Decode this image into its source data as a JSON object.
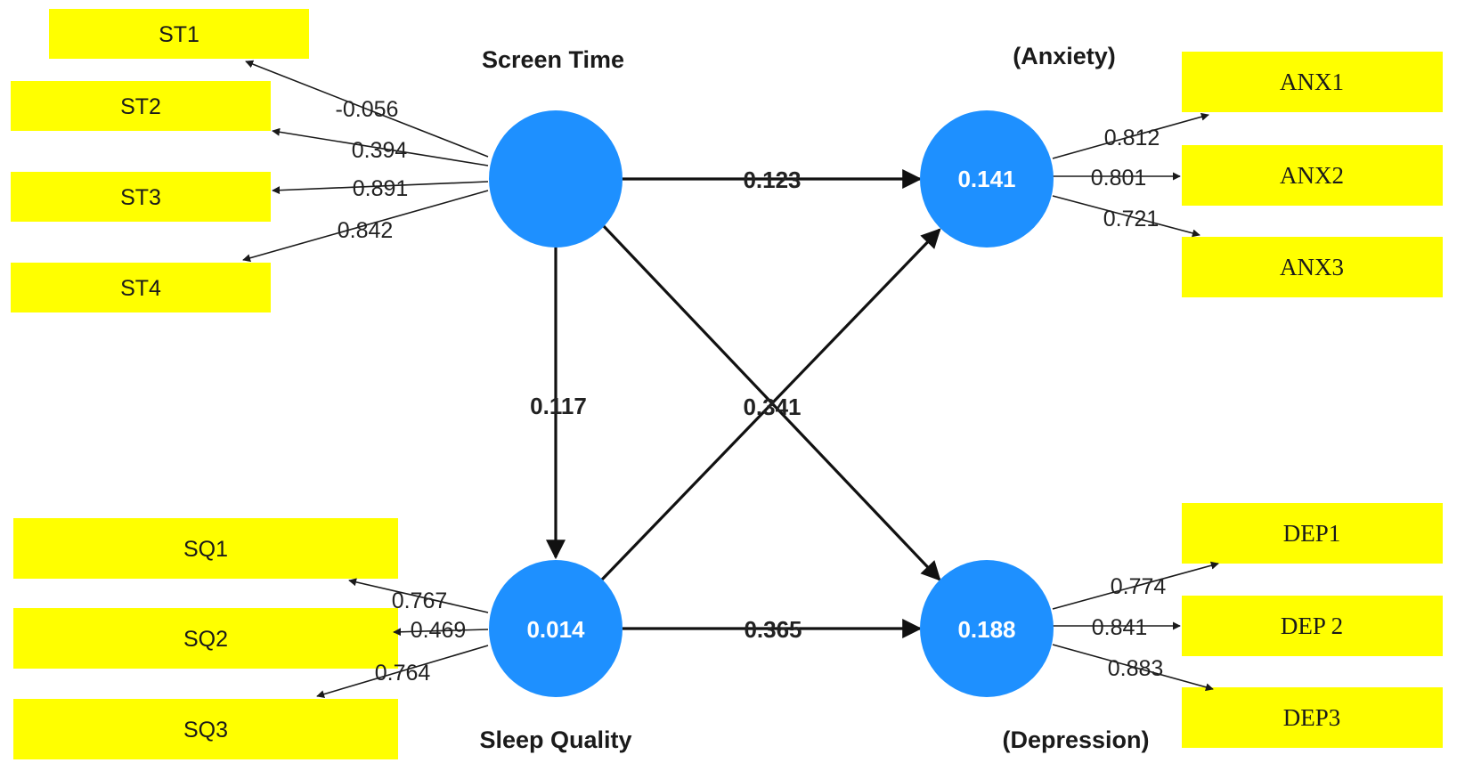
{
  "constructs": {
    "screen_time": {
      "name": "Screen Time",
      "value": ""
    },
    "sleep_quality": {
      "name": "Sleep Quality",
      "value": "0.014"
    },
    "anxiety": {
      "name": "(Anxiety)",
      "value": "0.141"
    },
    "depression": {
      "name": "(Depression)",
      "value": "0.188"
    }
  },
  "indicators": {
    "st1": "ST1",
    "st2": "ST2",
    "st3": "ST3",
    "st4": "ST4",
    "sq1": "SQ1",
    "sq2": "SQ2",
    "sq3": "SQ3",
    "anx1": "ANX1",
    "anx2": "ANX2",
    "anx3": "ANX3",
    "dep1": "DEP1",
    "dep2": "DEP 2",
    "dep3": "DEP3"
  },
  "loadings": {
    "st1": "-0.056",
    "st2": "0.394",
    "st3": "0.891",
    "st4": "0.842",
    "sq1": "0.767",
    "sq2": "0.469",
    "sq3": "0.764",
    "anx1": "0.812",
    "anx2": "0.801",
    "anx3": "0.721",
    "dep1": "0.774",
    "dep2": "0.841",
    "dep3": "0.883"
  },
  "paths": {
    "st_to_anx": "0.123",
    "st_to_sq": "0.117",
    "cross": "0.341",
    "sq_to_dep": "0.365"
  },
  "colors": {
    "indicator_box": "#ffff00",
    "construct_circle": "#1e90ff"
  }
}
